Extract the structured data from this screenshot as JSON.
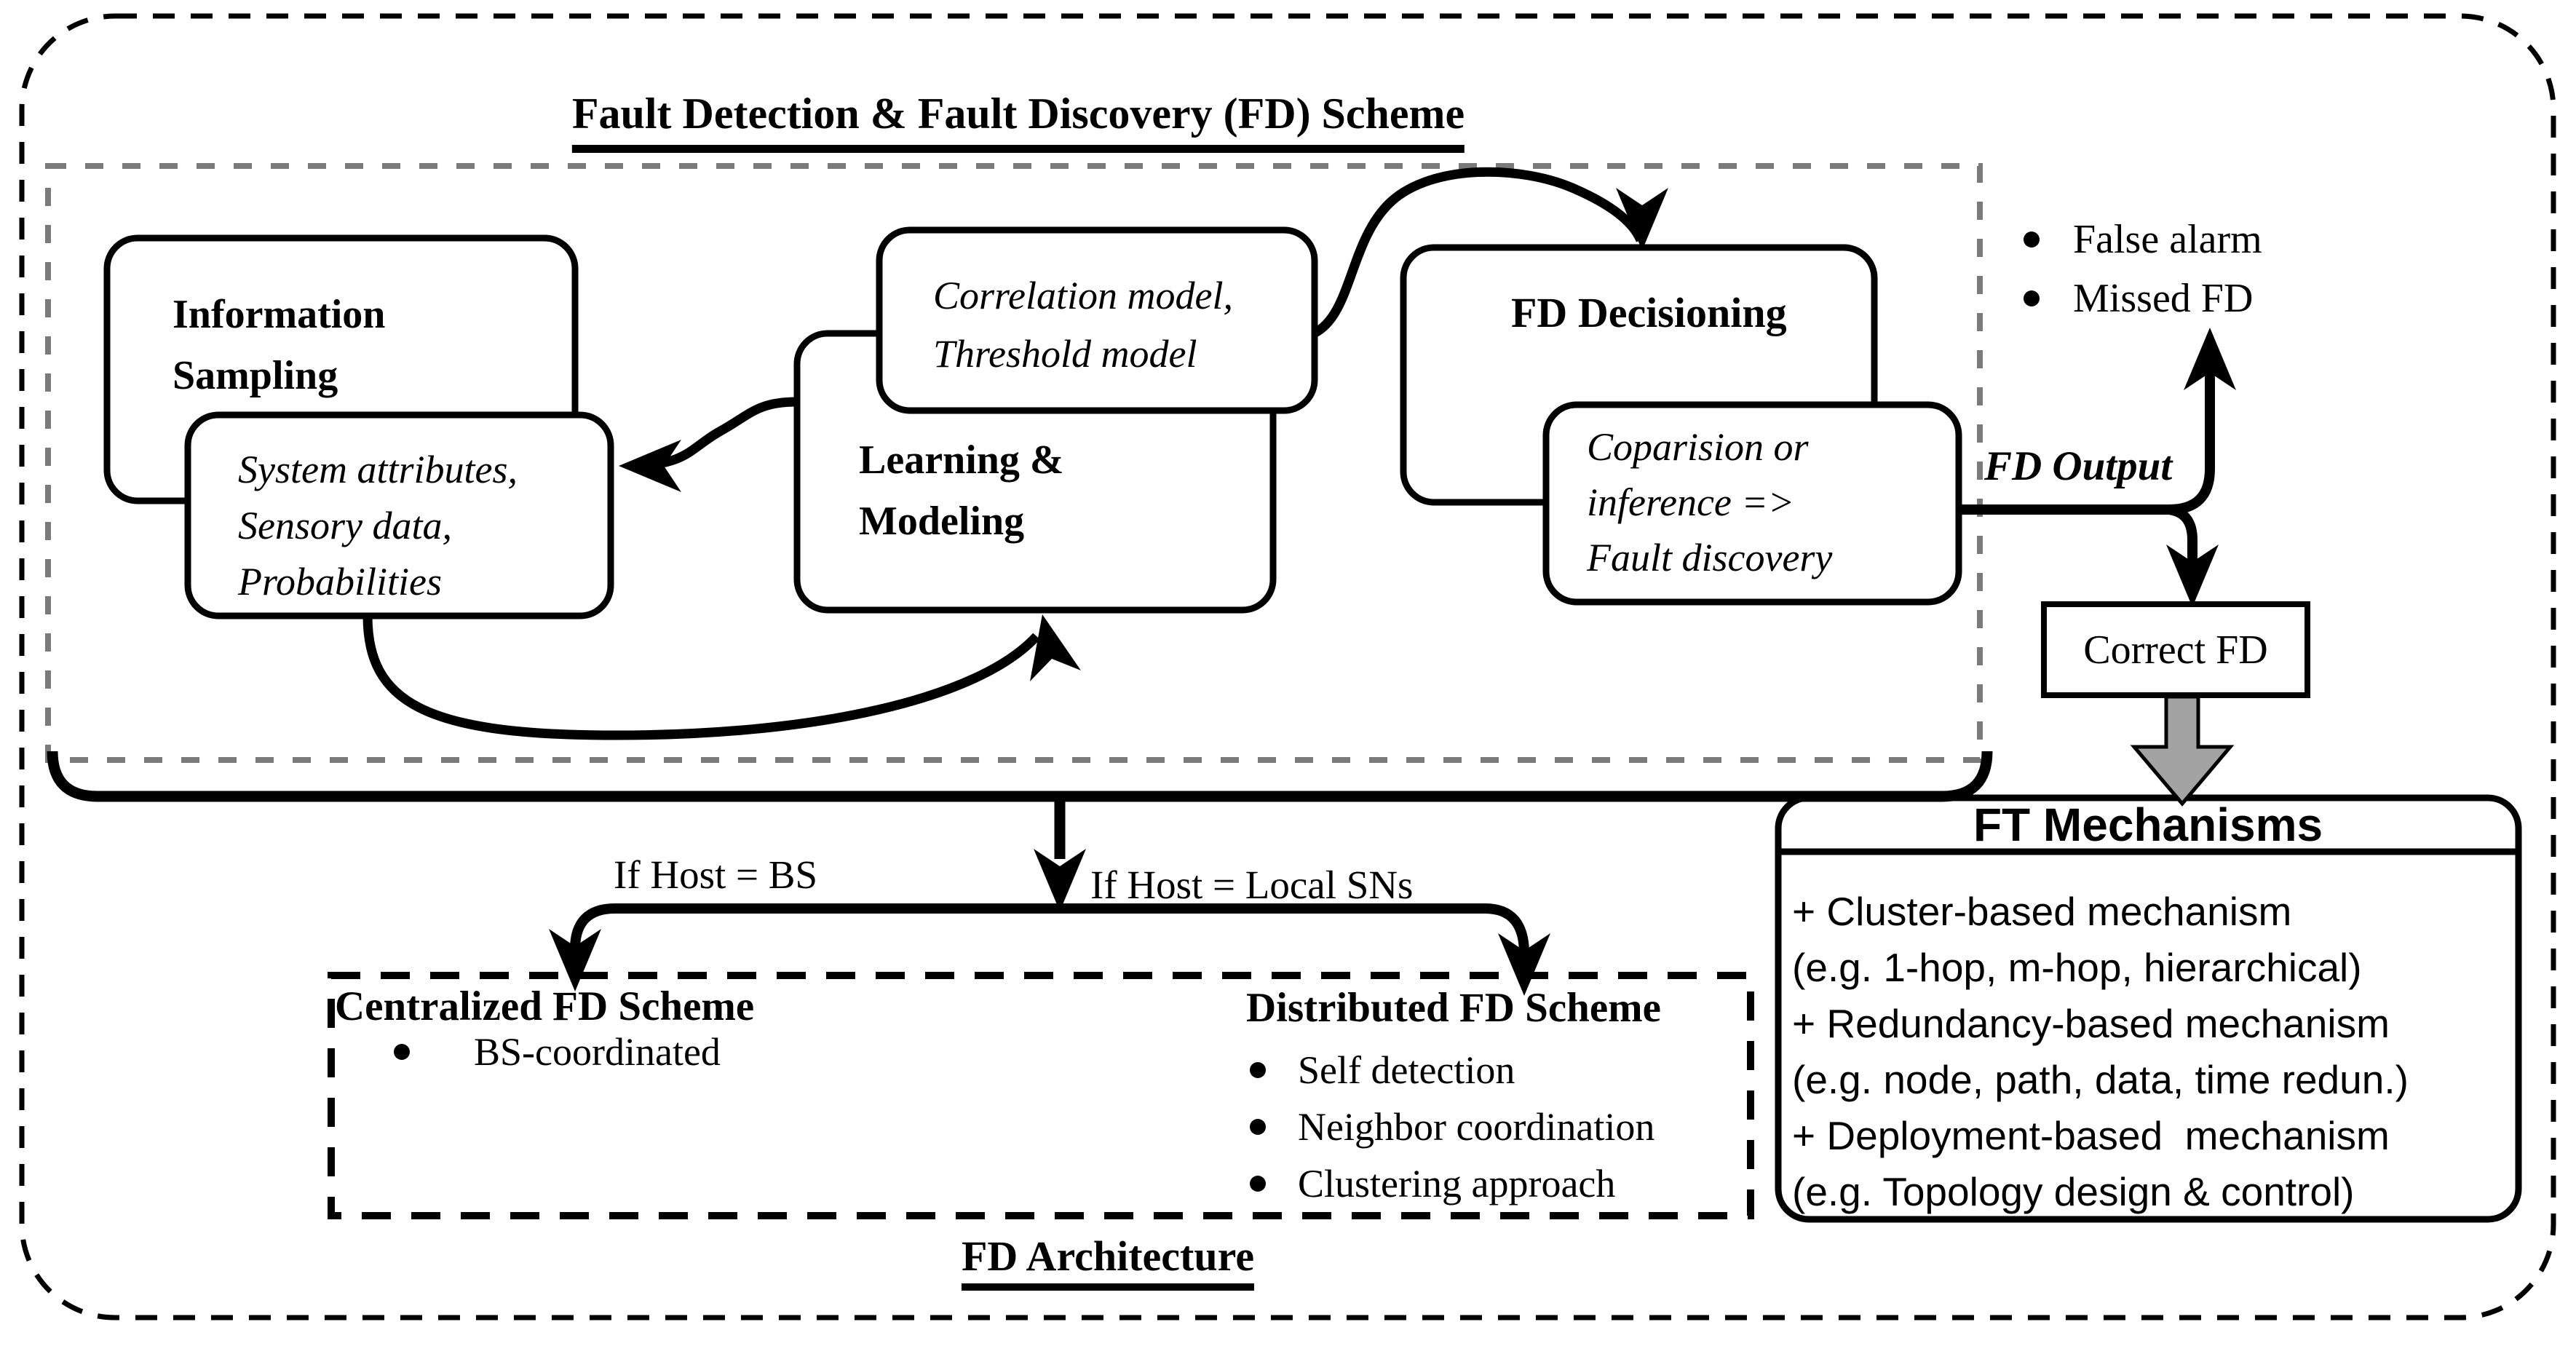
{
  "diagram": {
    "title": "Fault Detection & Fault Discovery (FD) Scheme",
    "boxes": {
      "information_sampling": {
        "lines": [
          "Information",
          "Sampling"
        ]
      },
      "system_attributes": {
        "lines": [
          "System attributes,",
          "Sensory data,",
          "Probabilities"
        ]
      },
      "correlation": {
        "lines": [
          "Correlation model,",
          "Threshold model"
        ]
      },
      "learning": {
        "lines": [
          "Learning &",
          "Modeling"
        ]
      },
      "fd_decisioning": {
        "label": "FD Decisioning"
      },
      "coparision": {
        "lines": [
          "Coparision or",
          "inference =>",
          "Fault discovery"
        ]
      },
      "correct_fd": {
        "label": "Correct FD"
      }
    },
    "outputs": {
      "bullets": [
        "False alarm",
        "Missed FD"
      ],
      "fd_output_label": "FD Output"
    },
    "branch": {
      "left_condition": "If Host = BS",
      "right_condition": "If Host = Local SNs"
    },
    "architecture": {
      "label": "FD Architecture",
      "centralized": {
        "title": "Centralized FD Scheme",
        "bullets": [
          "BS-coordinated"
        ]
      },
      "distributed": {
        "title": "Distributed FD Scheme",
        "bullets": [
          "Self detection",
          "Neighbor coordination",
          "Clustering approach"
        ]
      }
    },
    "ft_mechanisms": {
      "title": "FT Mechanisms",
      "lines": [
        "+ Cluster-based mechanism",
        "(e.g. 1-hop, m-hop, hierarchical)",
        "+ Redundancy-based mechanism",
        "(e.g. node, path, data, time redun.)",
        "+ Deployment-based  mechanism",
        "(e.g. Topology design & control)"
      ]
    },
    "colors": {
      "ink": "#000000",
      "gray_dash": "#7a7a7a",
      "gray_arrow": "#a3a3a3"
    }
  }
}
